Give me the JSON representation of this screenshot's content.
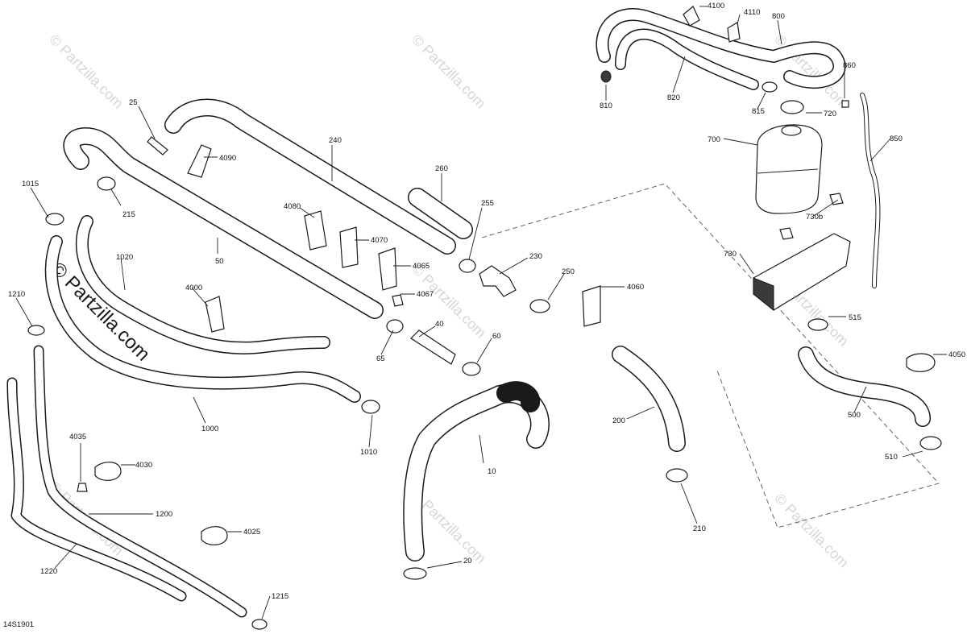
{
  "drawing_id": "14S1901",
  "watermark": {
    "brand": "© Partzilla.com"
  },
  "part_numbers": {
    "p25": "25",
    "p4090": "4090",
    "p240": "240",
    "p215": "215",
    "p50": "50",
    "p1015": "1015",
    "p1020": "1020",
    "p4000": "4000",
    "p4080": "4080",
    "p4070": "4070",
    "p4065": "4065",
    "p260": "260",
    "p255": "255",
    "p230": "230",
    "p4067": "4067",
    "p40": "40",
    "p65": "65",
    "p60": "60",
    "p250": "250",
    "p4060": "4060",
    "p1210": "1210",
    "p1000": "1000",
    "p1010": "1010",
    "p4035": "4035",
    "p4030": "4030",
    "p1200": "1200",
    "p4025": "4025",
    "p1220": "1220",
    "p1215": "1215",
    "p10": "10",
    "p20": "20",
    "p200": "200",
    "p210": "210",
    "p4100": "4100",
    "p4110": "4110",
    "p800": "800",
    "p810": "810",
    "p820": "820",
    "p815": "815",
    "p860": "860",
    "p720": "720",
    "p700": "700",
    "p850": "850",
    "p730b": "730b",
    "p730": "730",
    "p515": "515",
    "p4050": "4050",
    "p500": "500",
    "p510": "510"
  }
}
